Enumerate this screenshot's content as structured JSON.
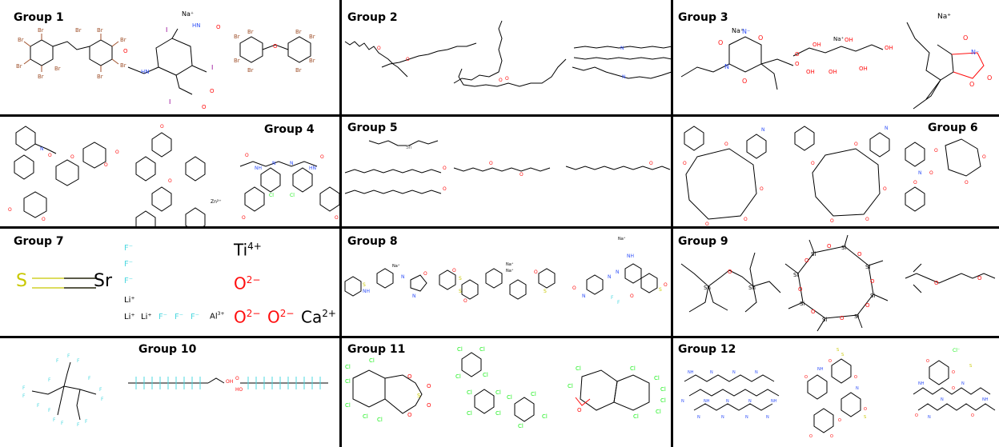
{
  "groups": [
    {
      "label": "Group 1",
      "counterion": "Na⁺"
    },
    {
      "label": "Group 2"
    },
    {
      "label": "Group 3",
      "counterions": [
        "Na⁺",
        "Na⁺",
        "Na⁺"
      ]
    },
    {
      "label": "Group 4",
      "counterion": "Zn²⁺"
    },
    {
      "label": "Group 5"
    },
    {
      "label": "Group 6"
    },
    {
      "label": "Group 7"
    },
    {
      "label": "Group 8",
      "counterions": [
        "Na⁺",
        "Na⁺",
        "Na⁺",
        "Na⁺"
      ]
    },
    {
      "label": "Group 9"
    },
    {
      "label": "Group 10"
    },
    {
      "label": "Group 11"
    },
    {
      "label": "Group 12",
      "counterion": "Cl⁻"
    }
  ],
  "group7_ions": {
    "s": "S",
    "sr": "Sr",
    "f1": "F⁻",
    "f2": "F⁻",
    "f3": "F⁻",
    "f4": "F⁻",
    "f5": "F⁻",
    "f6": "F⁻",
    "li1": "Li⁺",
    "li2": "Li⁺",
    "li3": "Li⁺",
    "al": "Al",
    "al_sup": "3+",
    "ti": "Ti",
    "ti_sup": "4+",
    "o1": "O",
    "o1_sup": "2−",
    "o2": "O",
    "o2_sup": "2−",
    "o3": "O",
    "o3_sup": "2−",
    "ca": "Ca",
    "ca_sup": "2+"
  },
  "colors": {
    "bromine": "#a0522d",
    "oxygen": "#ff0d0d",
    "nitrogen": "#3050f8",
    "iodine": "#940094",
    "fluorine": "#4dd8e0",
    "chlorine": "#1ff01f",
    "sulfur": "#c8c800",
    "bond": "#000000",
    "grid_line": "#000000"
  }
}
